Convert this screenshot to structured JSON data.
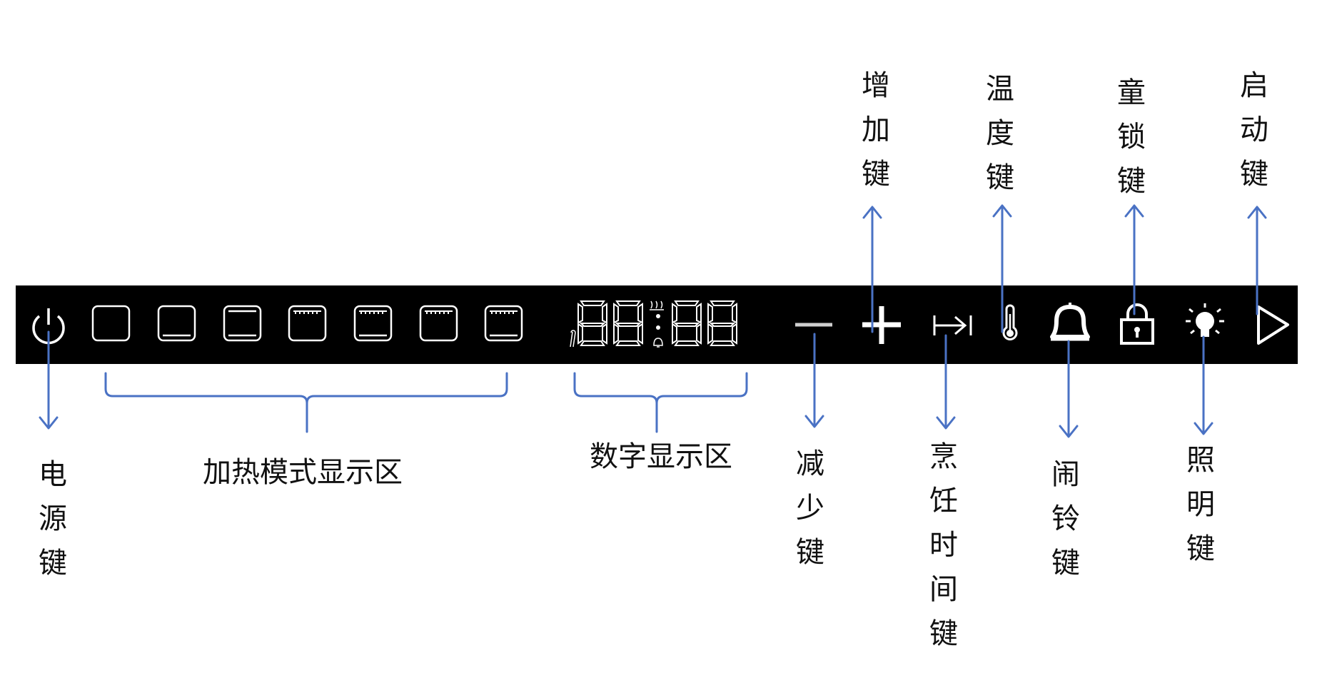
{
  "colors": {
    "panel": "#000000",
    "icon": "#ffffff",
    "arrow": "#4a72c4",
    "text": "#111111"
  },
  "labels": {
    "power": "电源键",
    "heating_mode_area": "加热模式显示区",
    "digital_area": "数字显示区",
    "decrease": "减少键",
    "increase": "增加键",
    "cook_time": "烹饪时间键",
    "temperature": "温度键",
    "alarm": "闹铃键",
    "child_lock": "童锁键",
    "light": "照明键",
    "start": "启动键"
  },
  "display": {
    "digits": "88:88"
  },
  "icons": {
    "power": "power-icon",
    "modes": [
      "oven-mode-1-icon",
      "oven-mode-2-icon",
      "oven-mode-3-icon",
      "oven-mode-4-icon",
      "oven-mode-5-icon",
      "oven-mode-6-icon",
      "oven-mode-7-icon"
    ],
    "decrease": "minus-icon",
    "increase": "plus-icon",
    "cook_time": "timer-arrow-icon",
    "temperature": "thermometer-icon",
    "alarm": "bell-icon",
    "child_lock": "lock-icon",
    "light": "lightbulb-icon",
    "start": "play-icon"
  }
}
